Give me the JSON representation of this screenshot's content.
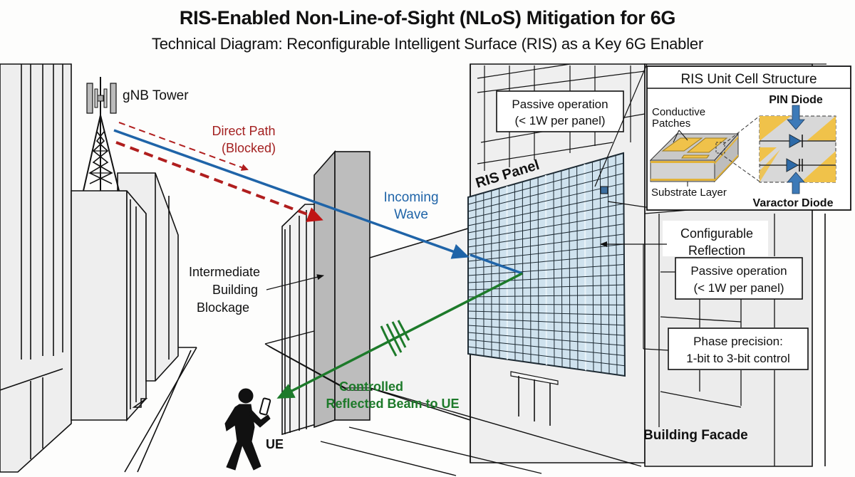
{
  "header": {
    "title": "RIS-Enabled Non-Line-of-Sight (NLoS) Mitigation for 6G",
    "subtitle": "Technical Diagram: Reconfigurable Intelligent Surface (RIS) as a Key 6G Enabler"
  },
  "colors": {
    "direct_path": "#b01e1e",
    "incoming_wave": "#1f64a8",
    "reflected_beam": "#1d7a2a",
    "ris_panel_fill": "#cfe2ee",
    "patch_gold": "#f0c24a",
    "building_gray": "#bdbdbd",
    "facade_light": "#efefef"
  },
  "labels": {
    "gnb_tower": "gNB Tower",
    "direct_path_line1": "Direct Path",
    "direct_path_line2": "(Blocked)",
    "incoming_line1": "Incoming",
    "incoming_line2": "Wave",
    "blockage_line1": "Intermediate",
    "blockage_line2": "Building",
    "blockage_line3": "Blockage",
    "ris_panel": "RIS Panel",
    "reflected_line1": "Controlled",
    "reflected_line2": "Reflected Beam to UE",
    "ue": "UE",
    "building_facade": "Building Facade"
  },
  "callouts": {
    "passive_top_line1": "Passive operation",
    "passive_top_line2": "(< 1W per panel)",
    "configurable_line1": "Configurable",
    "configurable_line2": "Reflection",
    "passive_right_line1": "Passive operation",
    "passive_right_line2": "(< 1W per panel)",
    "phase_line1": "Phase precision:",
    "phase_line2": "1-bit to 3-bit control"
  },
  "unit_cell": {
    "title": "RIS Unit Cell Structure",
    "conductive_line1": "Conductive",
    "conductive_line2": "Patches",
    "substrate": "Substrate Layer",
    "pin_diode": "PIN Diode",
    "varactor_diode": "Varactor Diode"
  }
}
